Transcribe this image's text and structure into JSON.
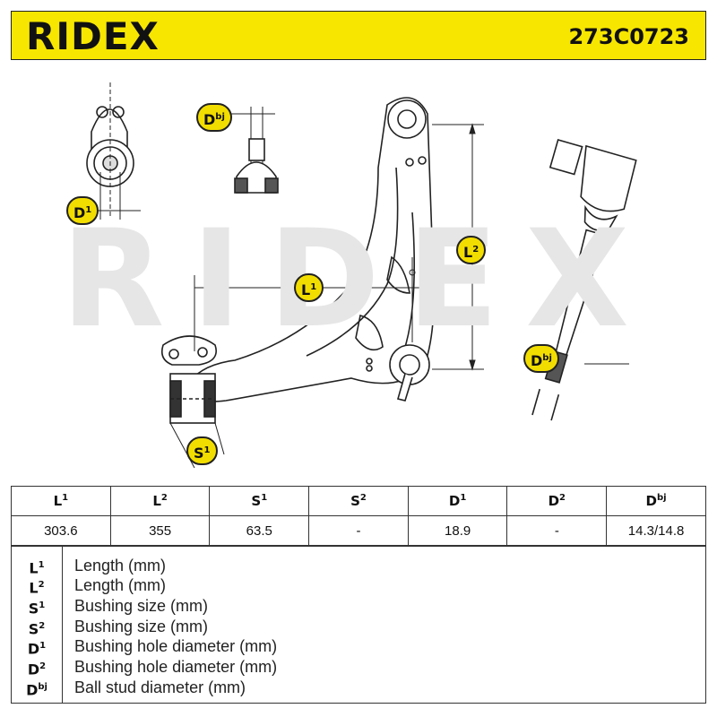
{
  "header": {
    "brand": "RIDEX",
    "part_number": "273C0723"
  },
  "drawing": {
    "watermark": "RIDEX",
    "labels": {
      "dbj_top": {
        "base": "D",
        "sup": "bj"
      },
      "d1": {
        "base": "D",
        "sup": "1"
      },
      "l2": {
        "base": "L",
        "sup": "2"
      },
      "l1": {
        "base": "L",
        "sup": "1"
      },
      "s1": {
        "base": "S",
        "sup": "1"
      },
      "dbj_right": {
        "base": "D",
        "sup": "bj"
      }
    }
  },
  "table": {
    "headers": [
      {
        "base": "L",
        "sup": "1"
      },
      {
        "base": "L",
        "sup": "2"
      },
      {
        "base": "S",
        "sup": "1"
      },
      {
        "base": "S",
        "sup": "2"
      },
      {
        "base": "D",
        "sup": "1"
      },
      {
        "base": "D",
        "sup": "2"
      },
      {
        "base": "D",
        "sup": "bj"
      }
    ],
    "values": [
      "303.6",
      "355",
      "63.5",
      "-",
      "18.9",
      "-",
      "14.3/14.8"
    ]
  },
  "legend": [
    {
      "base": "L",
      "sup": "1",
      "text": "Length (mm)"
    },
    {
      "base": "L",
      "sup": "2",
      "text": "Length (mm)"
    },
    {
      "base": "S",
      "sup": "1",
      "text": "Bushing size (mm)"
    },
    {
      "base": "S",
      "sup": "2",
      "text": "Bushing size (mm)"
    },
    {
      "base": "D",
      "sup": "1",
      "text": "Bushing hole diameter (mm)"
    },
    {
      "base": "D",
      "sup": "2",
      "text": "Bushing hole diameter (mm)"
    },
    {
      "base": "D",
      "sup": "bj",
      "text": "Ball stud diameter (mm)"
    }
  ],
  "colors": {
    "brand_yellow": "#f7e600",
    "badge_yellow": "#f2dd00",
    "line": "#222222"
  }
}
